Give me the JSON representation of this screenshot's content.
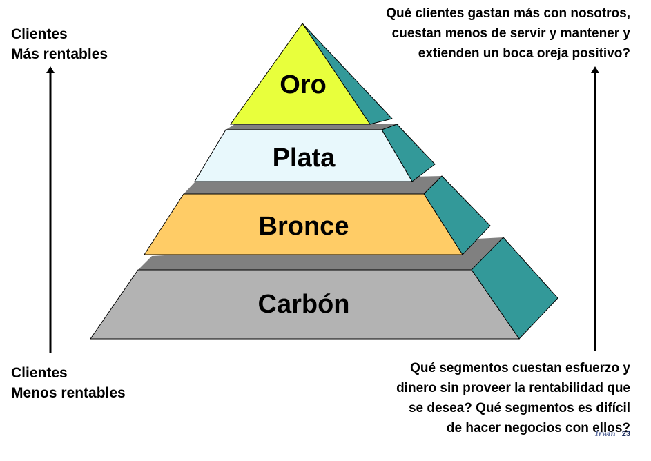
{
  "left_top": {
    "line1": "Clientes",
    "line2": "Más rentables"
  },
  "left_bottom": {
    "line1": "Clientes",
    "line2": "Menos rentables"
  },
  "right_top": {
    "line1": "Qué clientes gastan más con nosotros,",
    "line2": "cuestan menos de servir y mantener y",
    "line3": "extienden un boca oreja positivo?"
  },
  "right_bottom": {
    "line1": "Qué segmentos cuestan esfuerzo y",
    "line2": "dinero sin proveer la rentabilidad que",
    "line3": "se desea? Qué segmentos es difícil",
    "line4": "de hacer negocios con ellos?"
  },
  "tiers": [
    {
      "label": "Oro",
      "color": "#e8ff3c"
    },
    {
      "label": "Plata",
      "color": "#e8f8fc"
    },
    {
      "label": "Bronce",
      "color": "#ffcc66"
    },
    {
      "label": "Carbón",
      "color": "#b3b3b3"
    }
  ],
  "side_color": "#339999",
  "top_face_color": "#808080",
  "footer": {
    "logo": "Irwin",
    "page": "23"
  }
}
